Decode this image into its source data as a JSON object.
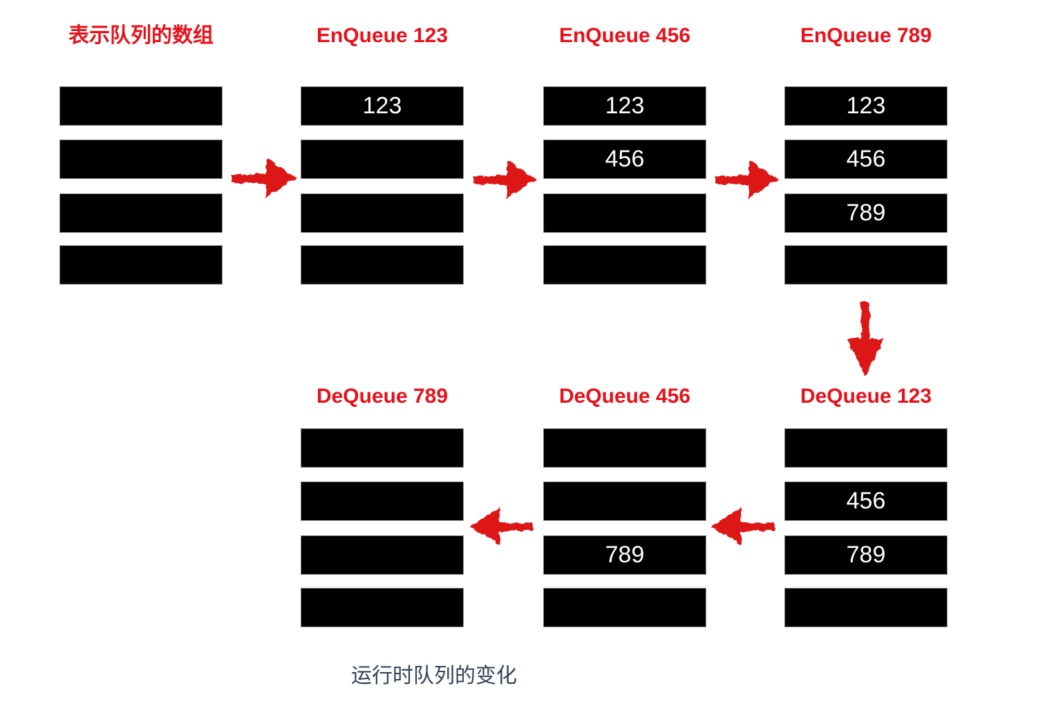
{
  "diagram": {
    "caption": "运行时队列的变化",
    "colors": {
      "background": "#ffffff",
      "title_red": "#e8111a",
      "arrow_red": "#dd1217",
      "bar_fill": "#000000",
      "cell_text": "#ffffff",
      "caption_color": "#334259"
    },
    "top_row": [
      {
        "title": "表示队列的数组",
        "cells": [
          "",
          "",
          "",
          ""
        ]
      },
      {
        "title": "EnQueue 123",
        "cells": [
          "123",
          "",
          "",
          ""
        ]
      },
      {
        "title": "EnQueue 456",
        "cells": [
          "123",
          "456",
          "",
          ""
        ]
      },
      {
        "title": "EnQueue 789",
        "cells": [
          "123",
          "456",
          "789",
          ""
        ]
      }
    ],
    "bottom_row": [
      {
        "title": "DeQueue 789",
        "cells": [
          "",
          "",
          "",
          ""
        ]
      },
      {
        "title": "DeQueue 456",
        "cells": [
          "",
          "",
          "789",
          ""
        ]
      },
      {
        "title": "DeQueue 123",
        "cells": [
          "",
          "456",
          "789",
          ""
        ]
      }
    ],
    "arrows": [
      {
        "icon": "arrow-right-icon",
        "meaning": "enqueue-123-step"
      },
      {
        "icon": "arrow-right-icon",
        "meaning": "enqueue-456-step"
      },
      {
        "icon": "arrow-right-icon",
        "meaning": "enqueue-789-step"
      },
      {
        "icon": "arrow-down-icon",
        "meaning": "to-dequeue-phase"
      },
      {
        "icon": "arrow-left-icon",
        "meaning": "dequeue-456-step"
      },
      {
        "icon": "arrow-left-icon",
        "meaning": "dequeue-789-step"
      }
    ]
  }
}
